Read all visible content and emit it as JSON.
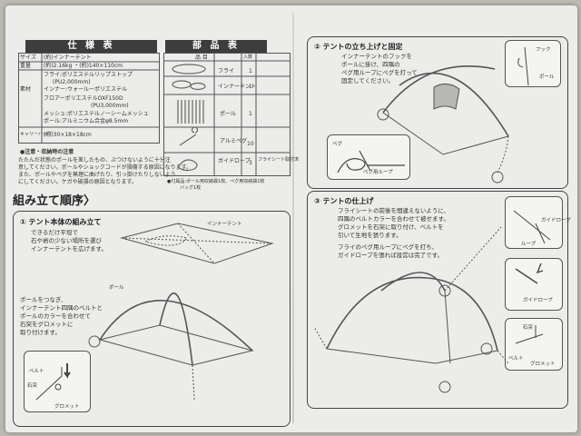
{
  "spec": {
    "header": "仕 様 表",
    "rows": [
      {
        "label": "サイズ",
        "value": "(約)インナーテント"
      },
      {
        "label": "重量",
        "value": "(約)2.16kg ・(約)140×110cm"
      },
      {
        "label": "",
        "value": "フライ:ポリエステルリップストップ"
      },
      {
        "label": "素材",
        "value": "(PU2,000mm)"
      },
      {
        "label": "",
        "value": "インナー:ウォールーポリエステル"
      },
      {
        "label": "",
        "value": "フロアーポリエステルOXF150D"
      },
      {
        "label": "",
        "value": "(PU3,000mm)"
      },
      {
        "label": "",
        "value": "メッシュ:ポリエステルノーシームメッシュ"
      },
      {
        "label": "",
        "value": "ポール:アルミニウム合金φ8.5mm"
      },
      {
        "label": "キャリーバッグ",
        "value": "(約)30×18×18cm"
      }
    ],
    "notes_title": "●注意・収納時の注意",
    "notes": [
      "たたんだ状態のポールを差したもの、ぶつけないように十分注",
      "意してください。ポールやショックコードが損傷する原因になります。",
      "また、ポールやペグを無理に曲げたり、引っ掛けたりしないよう",
      "にしてください。ケガや破損の原因となります。"
    ]
  },
  "parts": {
    "header": "部 品 表",
    "columns": [
      "品 目",
      "入数"
    ],
    "rows": [
      {
        "name": "フライ",
        "qty": "1",
        "note": ""
      },
      {
        "name": "インナーテント",
        "qty": "1",
        "note": ""
      },
      {
        "name": "ポール",
        "qty": "1",
        "note": ""
      },
      {
        "name": "アルミペグ",
        "qty": "10",
        "note": ""
      },
      {
        "name": "ガイドロープ",
        "qty": "3",
        "note": "フライシート取付済"
      }
    ],
    "footnote": "●付属品:ポール用収納袋1枚、ペグ用収納袋1枚",
    "footnote2": "バッグ1枚"
  },
  "assembly": {
    "title": "組み立て順序",
    "step1": {
      "title": "① テント本体の組み立て",
      "text": [
        "できるだけ平坦で",
        "石や岩の少ない場所を選び",
        "インナーテントを広げます。"
      ],
      "label_inner": "インナーテント",
      "label_pole": "ポール",
      "text2": [
        "ポールをつなぎ、",
        "インナーテント四隅のベルトと",
        "ポールのカラーを合わせて",
        "石突をグロメットに",
        "取り付けます。"
      ],
      "label_grommet": "グロメット",
      "label_pole_tip": "石突",
      "label_belt": "ベルト"
    },
    "step2": {
      "title": "② テントの立ち上げと固定",
      "text": [
        "インナーテントのフックを",
        "ポールに掛け、四隅の",
        "ペグ用ループにペグを打って",
        "固定してください。"
      ],
      "label_hook": "フック",
      "label_pole": "ポール",
      "label_peg": "ペグ",
      "label_loop": "ペグ用ループ"
    },
    "step3": {
      "title": "③ テントの仕上げ",
      "text": [
        "フライシートの前後を間違えないように、",
        "四隅のベルトカラーを合わせて被せます。",
        "グロメットを石突に取り付け、ベルトを",
        "引いて生地を張ります。"
      ],
      "text2": [
        "フライのペグ用ループにペグを打ち、",
        "ガイドロープを張れば設営は完了です。"
      ],
      "label_guy": "ガイドロープ",
      "label_loop": "ループ",
      "label_guy2": "ガイドロープ",
      "label_tip": "石突",
      "label_belt": "ベルト",
      "label_grommet": "グロメット"
    }
  }
}
